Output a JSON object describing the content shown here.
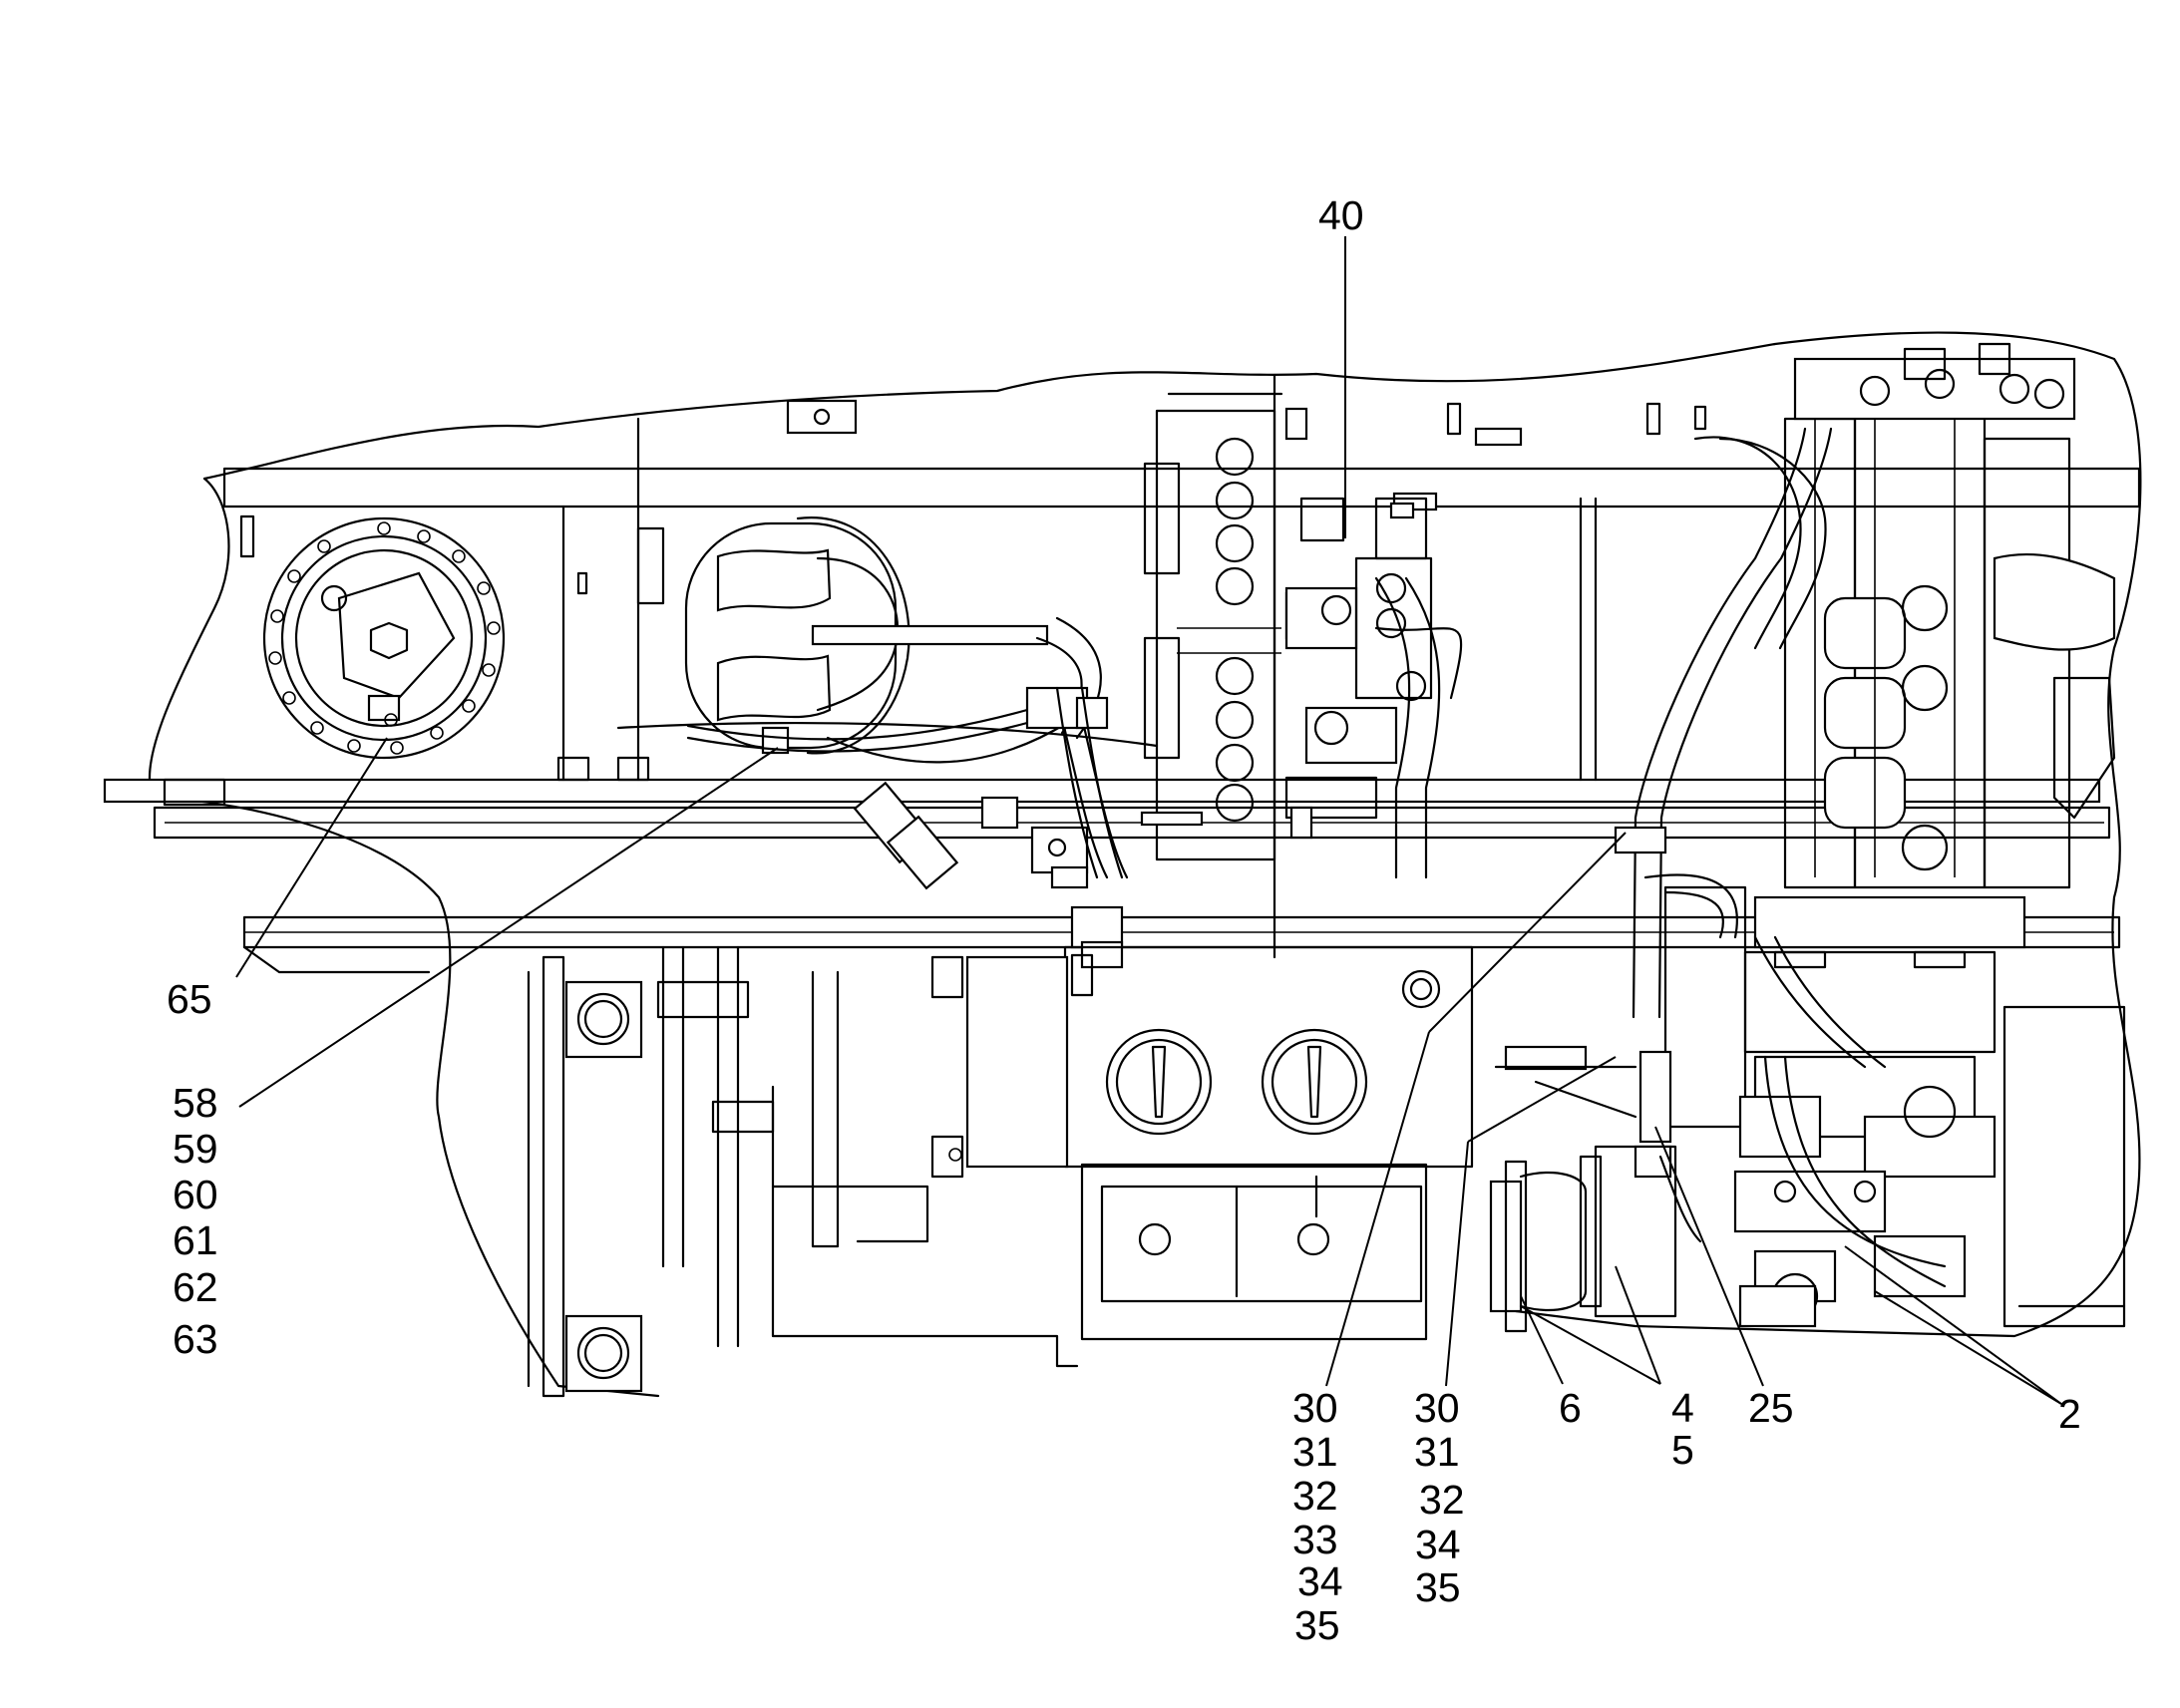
{
  "callouts": {
    "c40": "40",
    "c65": "65",
    "c58": "58",
    "c59": "59",
    "c60": "60",
    "c61": "61",
    "c62": "62",
    "c63": "63",
    "g1_30": "30",
    "g1_31": "31",
    "g1_32": "32",
    "g1_33": "33",
    "g1_34": "34",
    "g1_35": "35",
    "g2_30": "30",
    "g2_31": "31",
    "g2_32": "32",
    "g2_34": "34",
    "g2_35": "35",
    "c6": "6",
    "c4": "4",
    "c5": "5",
    "c25": "25",
    "c2": "2"
  },
  "colors": {
    "ink": "#000000",
    "paper": "#ffffff"
  }
}
